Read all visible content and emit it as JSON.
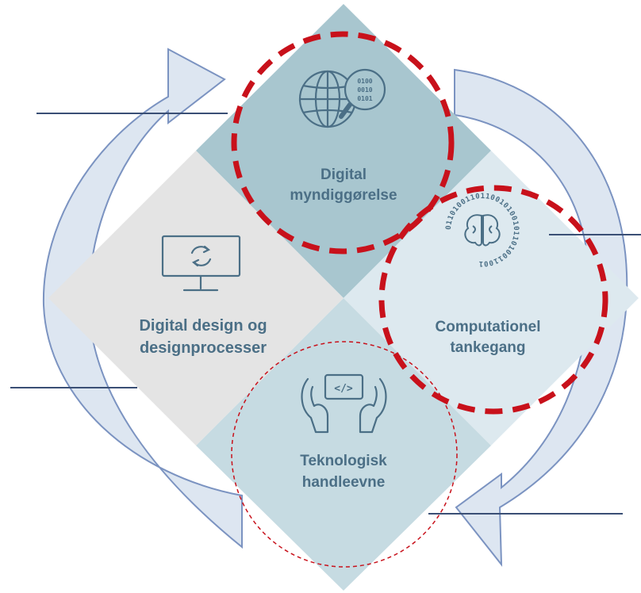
{
  "quadrants": {
    "top": {
      "line1": "Digital",
      "line2": "myndiggørelse",
      "icon": "globe-magnifier-binary-icon"
    },
    "right": {
      "line1": "Computationel",
      "line2": "tankegang",
      "icon": "brain-binary-ring-icon"
    },
    "bottom": {
      "line1": "Teknologisk",
      "line2": "handleevne",
      "icon": "hands-code-screen-icon"
    },
    "left": {
      "line1": "Digital design og",
      "line2": "designprocesser",
      "icon": "monitor-cycle-icon"
    }
  },
  "icons": {
    "code_symbol": "</>",
    "binary_patch": [
      "0100",
      "0010",
      "0101"
    ],
    "binary_ring": "01101001101100101001011010011001"
  },
  "colors": {
    "top": "#a8c6cf",
    "right": "#dde9ef",
    "bottom": "#c6dbe2",
    "left": "#e4e4e4",
    "label_text": "#4b6f86",
    "icon_stroke": "#4b6f86",
    "cycle_arrow_fill": "#dde6f1",
    "cycle_arrow_stroke": "#7b93c1",
    "highlight_dashed": "#c8111b",
    "pointer_line": "#3a4f75"
  }
}
